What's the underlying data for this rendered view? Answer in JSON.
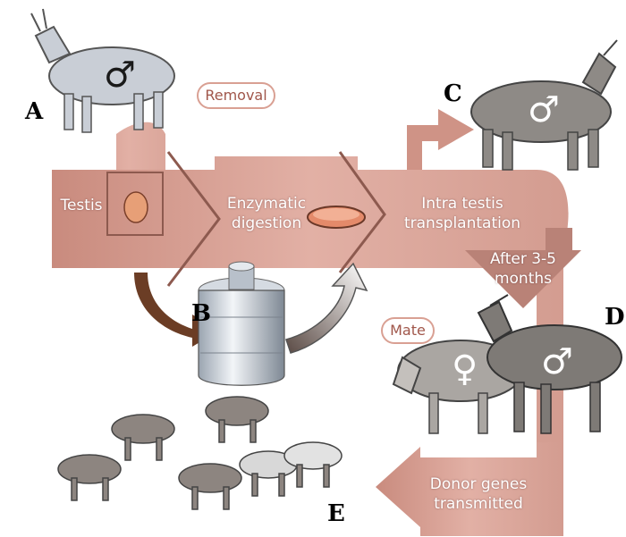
{
  "labels": {
    "letter_a": "A",
    "letter_b": "B",
    "letter_c": "C",
    "letter_d": "D",
    "letter_e": "E",
    "removal": "Removal",
    "mate": "Mate",
    "testis": "Testis",
    "enzymatic_1": "Enzymatic",
    "enzymatic_2": "digestion",
    "intra_1": "Intra testis",
    "intra_2": "transplantation",
    "after_1": "After 3-5",
    "after_2": "months",
    "donor_1": "Donor genes",
    "donor_2": "transmitted"
  },
  "symbols": {
    "male": "♂",
    "female": "♀"
  },
  "colors": {
    "arrow_fill": "#d9a296",
    "arrow_dark": "#b67a6c",
    "goat_grey": "#8e8a86",
    "goat_light": "#c8ccd4",
    "kid_arrow": "#7a4a32"
  },
  "icons": {
    "goat_a": "goat-icon",
    "goat_c": "goat-icon",
    "goat_d": "goat-icon",
    "nitrogen_tank": "nitrogen-tank-icon",
    "petri_dish": "petri-dish-icon",
    "testis": "testis-icon",
    "kids": "goat-kid-icon"
  }
}
